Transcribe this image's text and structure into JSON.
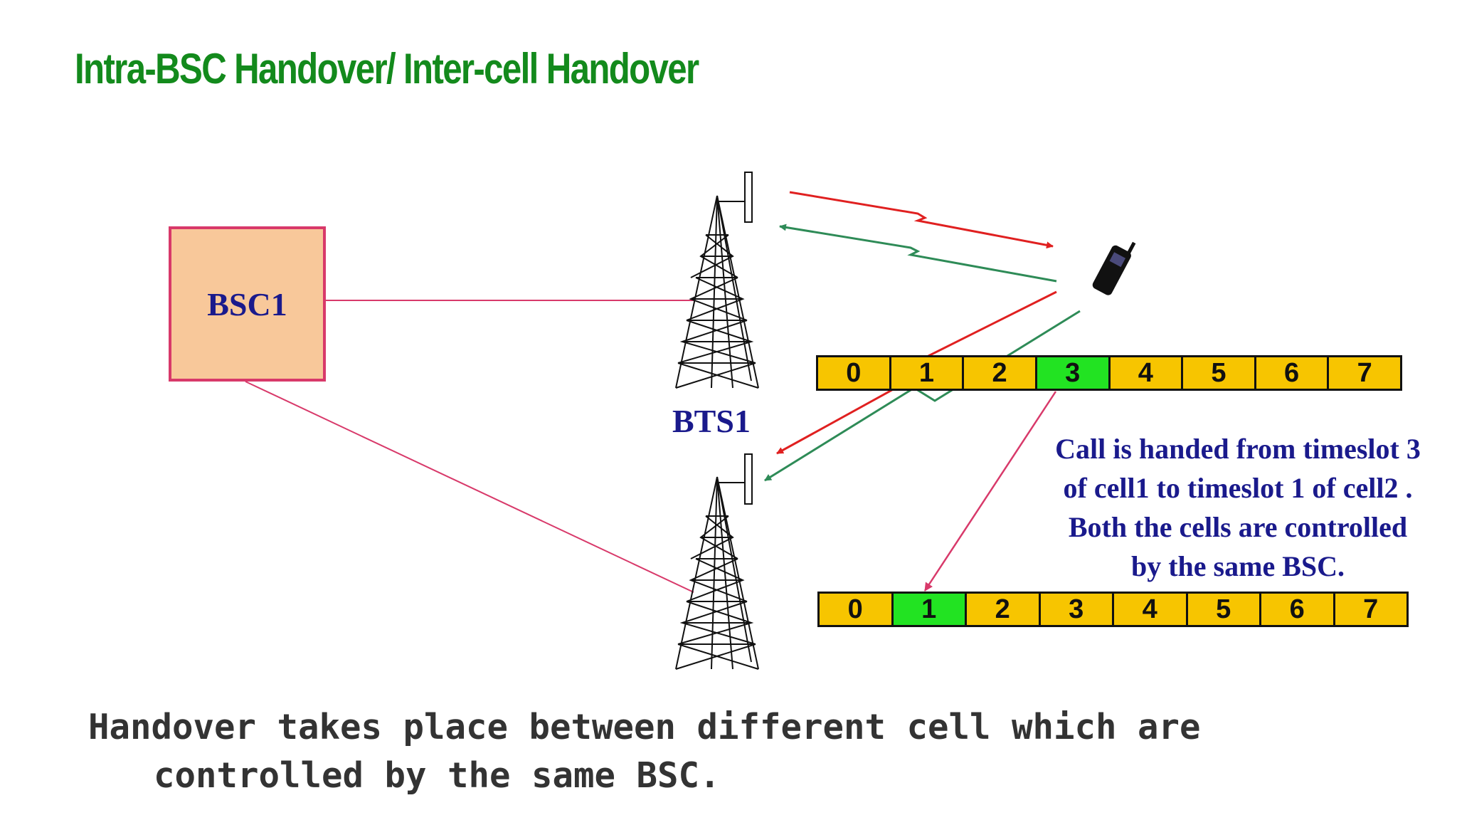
{
  "title": "Intra-BSC Handover/ Inter-cell Handover",
  "bsc": {
    "label": "BSC1"
  },
  "bts": {
    "label": "BTS1"
  },
  "cell1_timeslots": {
    "slots": [
      "0",
      "1",
      "2",
      "3",
      "4",
      "5",
      "6",
      "7"
    ],
    "active_index": 3
  },
  "cell2_timeslots": {
    "slots": [
      "0",
      "1",
      "2",
      "3",
      "4",
      "5",
      "6",
      "7"
    ],
    "active_index": 1
  },
  "caption": {
    "line1": "Call is handed from timeslot 3",
    "line2": "of cell1 to timeslot 1 of cell2 .",
    "line3": "Both the cells are controlled",
    "line4": "by the same BSC."
  },
  "footer": {
    "line1": "Handover takes place between different cell which are",
    "line2": "controlled by the same BSC."
  },
  "colors": {
    "title": "#138a1c",
    "label": "#1a1a8c",
    "link": "#d8396a",
    "downlink": "#e02020",
    "uplink": "#2e8b57",
    "slot": "#f7c500",
    "slot_active": "#22e322"
  },
  "icons": [
    "tower-icon",
    "antenna-icon",
    "mobile-phone-icon"
  ]
}
